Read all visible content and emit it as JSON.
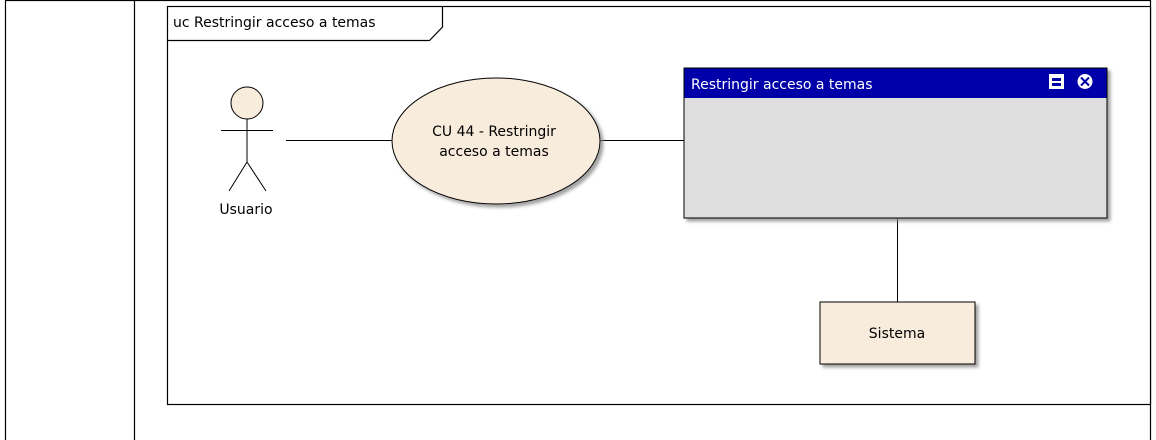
{
  "frame": {
    "title": "uc Restringir acceso a temas"
  },
  "actor": {
    "label": "Usuario"
  },
  "use_case": {
    "line1": "CU 44 - Restringir",
    "line2": "acceso a temas"
  },
  "window": {
    "title": "Restringir acceso a temas",
    "titlebar_color": "#0000a8",
    "body_color": "#dedede"
  },
  "system": {
    "label": "Sistema"
  },
  "colors": {
    "element_fill": "#f8ecdc"
  }
}
